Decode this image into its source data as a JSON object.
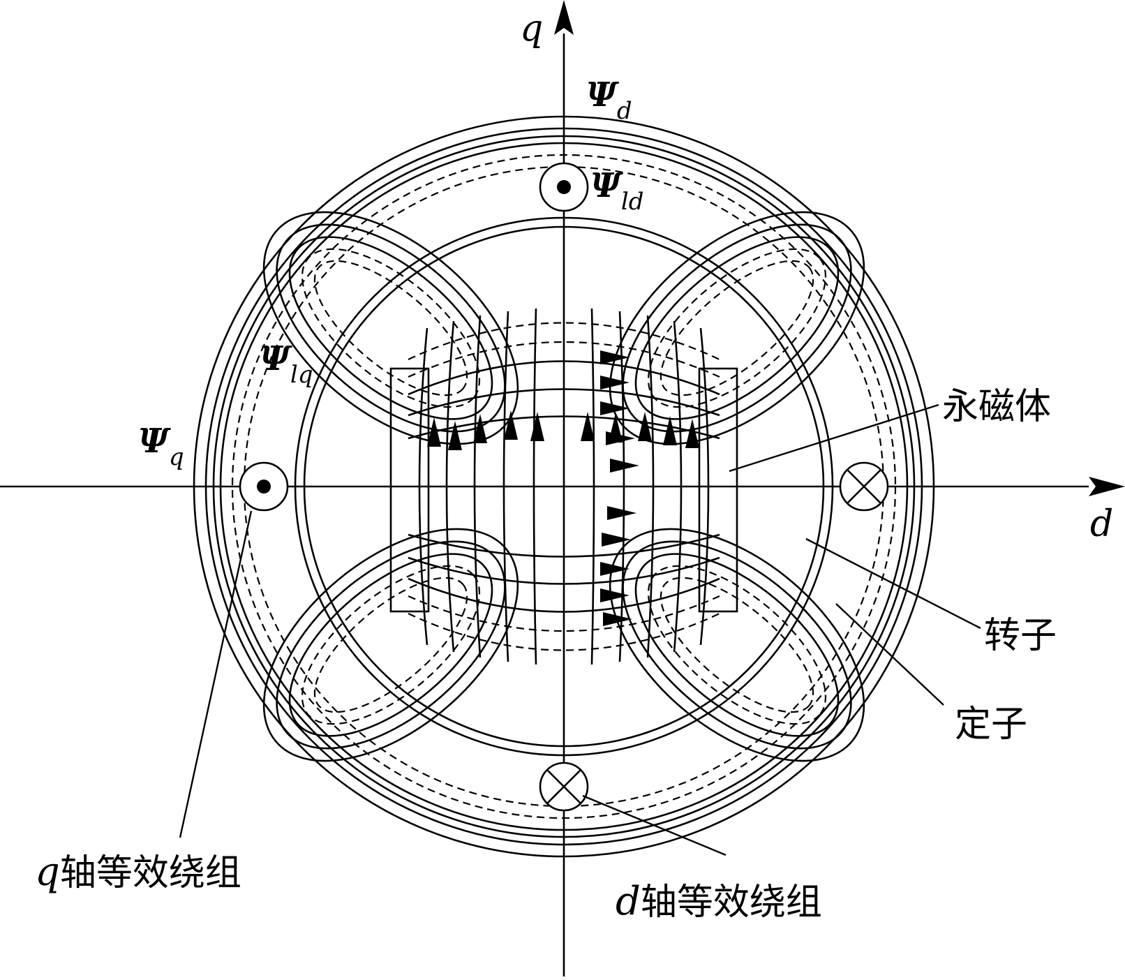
{
  "axes": {
    "d_label": "d",
    "q_label": "q"
  },
  "flux_labels": {
    "psi_d": {
      "symbol": "Ψ",
      "sub": "d"
    },
    "psi_ld": {
      "symbol": "Ψ",
      "sub": "ld"
    },
    "psi_q": {
      "symbol": "Ψ",
      "sub": "q"
    },
    "psi_lq": {
      "symbol": "Ψ",
      "sub": "lq"
    }
  },
  "callouts": {
    "magnet": "永磁体",
    "rotor": "转子",
    "stator": "定子",
    "q_winding": {
      "italic": "q",
      "text": "轴等效绕组"
    },
    "d_winding": {
      "italic": "d",
      "text": "轴等效绕组"
    }
  },
  "winding_markers": {
    "top": "dot",
    "left": "dot",
    "right": "cross",
    "bottom": "cross"
  },
  "colors": {
    "line": "#000000",
    "background": "#ffffff"
  }
}
